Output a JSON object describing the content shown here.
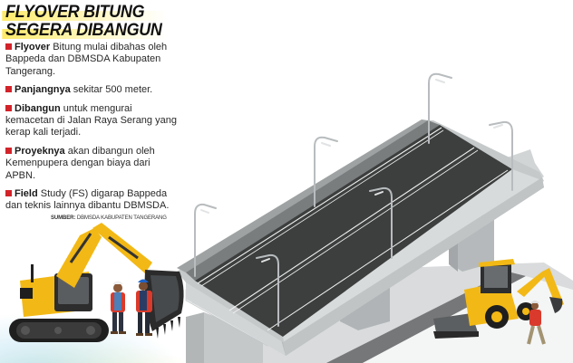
{
  "infographic": {
    "title_line1": "FLYOVER BITUNG",
    "title_line2": "SEGERA DIBANGUN",
    "bullets": [
      {
        "bold": "Flyover",
        "text": " Bitung mulai dibahas oleh Bappeda dan DBMSDA Kabupaten Tangerang."
      },
      {
        "bold": "Panjangnya",
        "text": " sekitar 500 meter."
      },
      {
        "bold": "Dibangun",
        "text": " untuk mengurai kemacetan di Jalan Raya Serang yang kerap kali terjadi."
      },
      {
        "bold": "Proyeknya",
        "text": " akan dibangun oleh Kemenpupera dengan biaya dari APBN."
      },
      {
        "bold": "Field",
        "text": " Study (FS) digarap Bappeda dan teknis lainnya dibantu DBMSDA."
      }
    ],
    "source_label": "SUMBER:",
    "source_text": " DBMSDA KABUPATEN TANGERANG",
    "bullet_color": "#d2232a",
    "title_highlight_color": "#ffe85a"
  },
  "illustration": {
    "subject": "flyover-bridge",
    "lanes": 3,
    "street_lamps": 6,
    "vehicles": [
      "excavator",
      "backhoe-loader"
    ],
    "workers": 3,
    "colors": {
      "asphalt": "#3d3f3f",
      "concrete": "#c9cccd",
      "machine_yellow": "#f2b815"
    }
  }
}
